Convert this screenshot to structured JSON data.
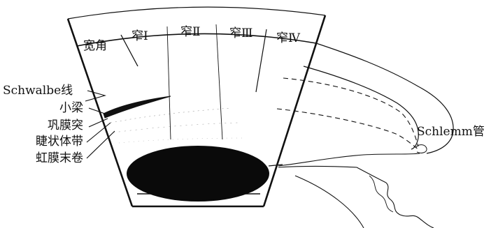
{
  "figure": {
    "grade_labels": [
      "宽角",
      "窄Ⅰ",
      "窄Ⅱ",
      "窄Ⅲ",
      "窄Ⅳ"
    ],
    "structure_labels": [
      "Schwalbe线",
      "小梁",
      "巩膜突",
      "睫状体带",
      "虹膜末卷"
    ],
    "canal_label": "Schlemm管"
  }
}
